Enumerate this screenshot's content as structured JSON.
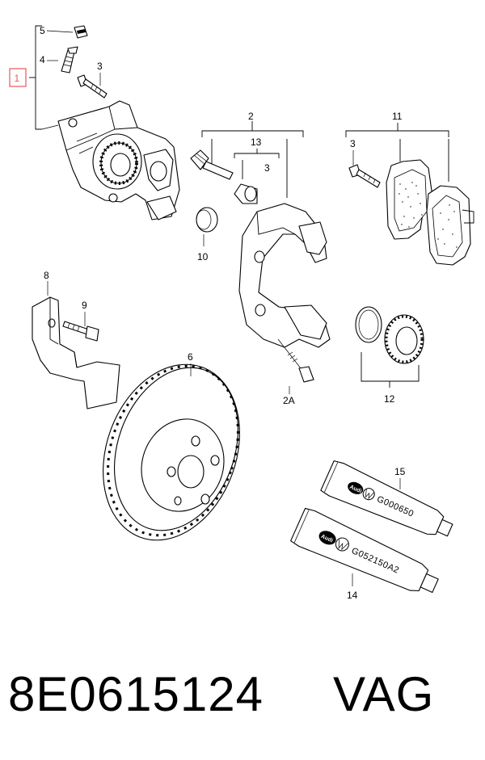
{
  "callouts": {
    "c1": "1",
    "c2": "2",
    "c2A": "2A",
    "c3a": "3",
    "c3b": "3",
    "c3c": "3",
    "c4": "4",
    "c5": "5",
    "c6": "6",
    "c8": "8",
    "c9": "9",
    "c10": "10",
    "c11": "11",
    "c12": "12",
    "c13": "13",
    "c14": "14",
    "c15": "15"
  },
  "tubes": {
    "tube15_logo": "Audi",
    "tube15_code": "G000650",
    "tube14_logo": "Audi",
    "tube14_code": "G052150A2"
  },
  "footer": {
    "part_number": "8E0615124",
    "brand": "VAG"
  },
  "highlight_color": "#e8585a"
}
